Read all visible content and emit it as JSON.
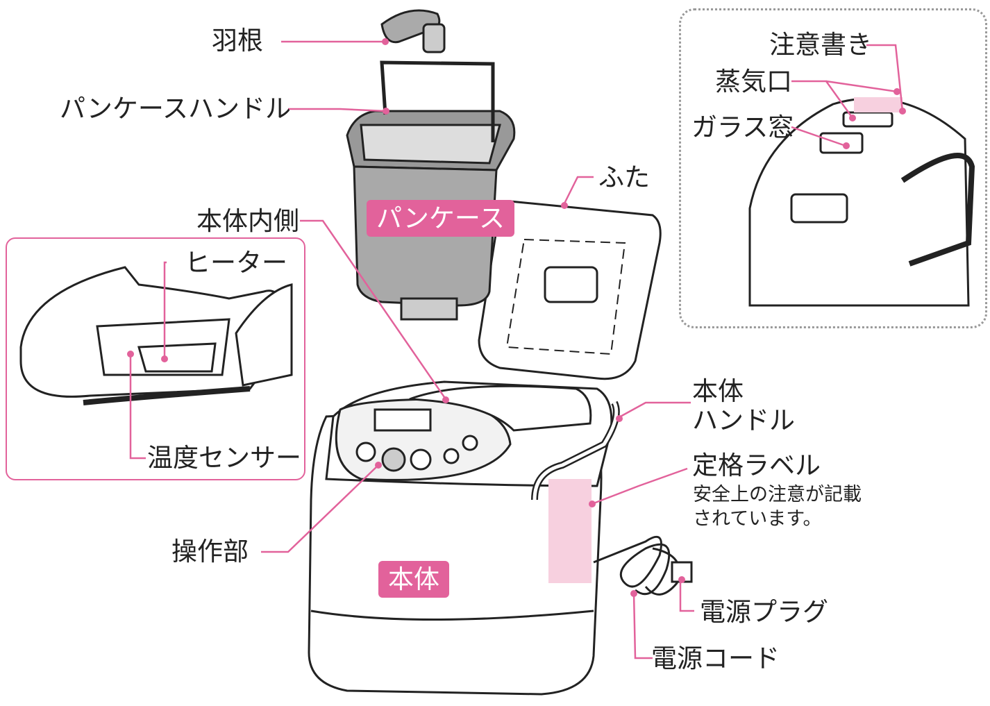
{
  "colors": {
    "accent": "#e2629b",
    "line": "#222222",
    "label_fill": "#f7d0df",
    "body_fill": "#ffffff"
  },
  "labels": {
    "hane": "羽根",
    "pan_case_handle": "パンケースハンドル",
    "pan_case": "パンケース",
    "futa": "ふた",
    "hontai_uchigawa": "本体内側",
    "heater": "ヒーター",
    "ondo_sensor": "温度センサー",
    "sosabu": "操作部",
    "hontai": "本体",
    "hontai_handle_1": "本体",
    "hontai_handle_2": "ハンドル",
    "teikaku_label": "定格ラベル",
    "teikaku_note_1": "安全上の注意が記載",
    "teikaku_note_2": "されています。",
    "dengen_plug": "電源プラグ",
    "dengen_cord": "電源コード",
    "chui_gaki": "注意書き",
    "jokiguchi": "蒸気口",
    "glass_mado": "ガラス窓"
  }
}
